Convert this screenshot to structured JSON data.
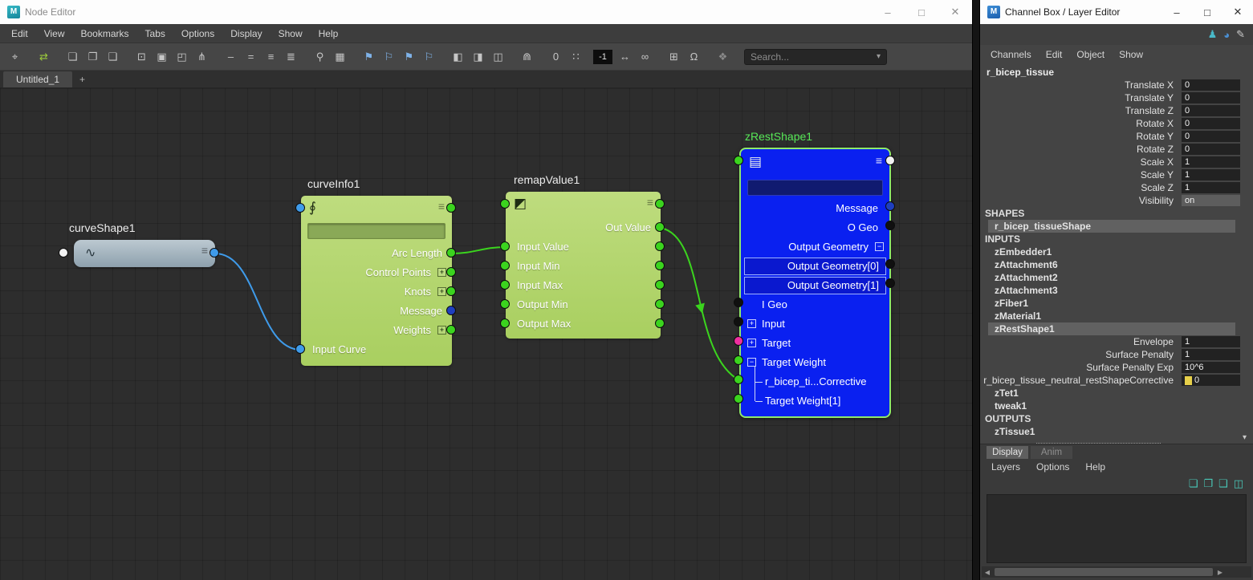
{
  "window_buttons": {
    "minimize": "–",
    "maximize": "□",
    "close": "✕"
  },
  "node_editor": {
    "title": "Node Editor",
    "icon_letter": "M",
    "menus": [
      "Edit",
      "View",
      "Bookmarks",
      "Tabs",
      "Options",
      "Display",
      "Show",
      "Help"
    ],
    "toolbar": {
      "icons_a": [
        {
          "name": "pin-icon",
          "glyph": "⌖"
        },
        {
          "name": "sync-selection-icon",
          "glyph": "⇄",
          "color": "#9ccb3c",
          "gap": true
        },
        {
          "name": "graph-previous-icon",
          "glyph": "❏",
          "gap": true
        },
        {
          "name": "graph-add-input-icon",
          "glyph": "❐"
        },
        {
          "name": "graph-add-output-icon",
          "glyph": "❑"
        },
        {
          "name": "select-region-icon",
          "glyph": "⊡",
          "gap": true
        },
        {
          "name": "frame-selected-icon",
          "glyph": "▣"
        },
        {
          "name": "frame-all-icon",
          "glyph": "◰"
        },
        {
          "name": "graph-layout-icon",
          "glyph": "⋔"
        },
        {
          "name": "display-simple-icon",
          "glyph": "–",
          "gap": true
        },
        {
          "name": "display-connected-icon",
          "glyph": "="
        },
        {
          "name": "display-all-icon",
          "glyph": "≡"
        },
        {
          "name": "display-custom-icon",
          "glyph": "≣"
        },
        {
          "name": "zoom-icon",
          "glyph": "⚲",
          "gap": true
        },
        {
          "name": "grid-display-icon",
          "glyph": "▦"
        },
        {
          "name": "bookmark-add-icon",
          "glyph": "⚑",
          "color": "#7fb2e8",
          "gap": true
        },
        {
          "name": "bookmark-remove-icon",
          "glyph": "⚐",
          "color": "#7fb2e8"
        },
        {
          "name": "bookmark-previous-icon",
          "glyph": "⚑",
          "color": "#7fb2e8"
        },
        {
          "name": "bookmark-next-icon",
          "glyph": "⚐",
          "color": "#7fb2e8"
        },
        {
          "name": "create-node-icon",
          "glyph": "◧",
          "gap": true
        },
        {
          "name": "node-swatch-display-icon",
          "glyph": "◨",
          "selected": true
        },
        {
          "name": "node-title-display-icon",
          "glyph": "◫"
        },
        {
          "name": "lock-attributes-icon",
          "glyph": "⋒",
          "gap": true
        },
        {
          "name": "default-traversal-icon",
          "glyph": "0",
          "gap": true
        },
        {
          "name": "traversal-dots-icon",
          "glyph": "∷"
        }
      ],
      "step_value": "-1",
      "icons_b": [
        {
          "name": "spread-icon",
          "glyph": "↔"
        },
        {
          "name": "infinite-depth-icon",
          "glyph": "∞"
        },
        {
          "name": "grid-snap-icon",
          "glyph": "⊞",
          "selected": true,
          "gap": true
        },
        {
          "name": "magnet-snap-icon",
          "glyph": "Ω",
          "selected": true
        },
        {
          "name": "connection-style-icon",
          "glyph": "❖",
          "color": "#8a8a8a",
          "gap": true
        }
      ],
      "search_placeholder": "Search...",
      "search_caret": "▾"
    },
    "tab": {
      "active": "Untitled_1",
      "add_label": "+"
    },
    "icons": {
      "burger": "≡",
      "expand_plus": "+",
      "expand_minus": "−"
    },
    "nodes": {
      "curveShape1": {
        "title": "curveShape1",
        "icon": "∿"
      },
      "curveInfo1": {
        "title": "curveInfo1",
        "icon": "∮",
        "rows": [
          "Arc Length",
          "Control Points",
          "Knots",
          "Message",
          "Weights",
          "Input Curve"
        ]
      },
      "remapValue1": {
        "title": "remapValue1",
        "icon": "◩",
        "rows": [
          "Out Value",
          "Input Value",
          "Input Min",
          "Input Max",
          "Output Min",
          "Output Max"
        ]
      },
      "zRestShape1": {
        "title": "zRestShape1",
        "icon": "▤",
        "rows": [
          "Message",
          "O Geo",
          "Output Geometry",
          "Output Geometry[0]",
          "Output Geometry[1]",
          "I Geo",
          "Input",
          "Target",
          "Target Weight",
          "r_bicep_ti...Corrective",
          "Target Weight[1]"
        ]
      }
    }
  },
  "channel_box": {
    "title": "Channel Box / Layer Editor",
    "icon_letter": "M",
    "strip_icons": [
      {
        "name": "character-set-icon",
        "glyph": "♟",
        "color": "#49b8c8"
      },
      {
        "name": "speed-display-icon",
        "glyph": "◕",
        "color": "#4a90d5"
      },
      {
        "name": "edit-mode-icon",
        "glyph": "✎",
        "color": "#cfcfcf"
      }
    ],
    "menus": [
      "Channels",
      "Edit",
      "Object",
      "Show"
    ],
    "object_name": "r_bicep_tissue",
    "channels": [
      {
        "label": "Translate X",
        "value": "0"
      },
      {
        "label": "Translate Y",
        "value": "0"
      },
      {
        "label": "Translate Z",
        "value": "0"
      },
      {
        "label": "Rotate X",
        "value": "0"
      },
      {
        "label": "Rotate Y",
        "value": "0"
      },
      {
        "label": "Rotate Z",
        "value": "0"
      },
      {
        "label": "Scale X",
        "value": "1"
      },
      {
        "label": "Scale Y",
        "value": "1"
      },
      {
        "label": "Scale Z",
        "value": "1"
      },
      {
        "label": "Visibility",
        "value": "on",
        "gray": true
      }
    ],
    "shapes_header": "SHAPES",
    "shape_item": "r_bicep_tissueShape",
    "inputs_header": "INPUTS",
    "inputs_items1": [
      "zEmbedder1",
      "zAttachment6",
      "zAttachment2",
      "zAttachment3",
      "zFiber1",
      "zMaterial1"
    ],
    "zrestshape_item": "zRestShape1",
    "zrest_attrs": [
      {
        "label": "Envelope",
        "value": "1"
      },
      {
        "label": "Surface Penalty",
        "value": "1"
      },
      {
        "label": "Surface Penalty Exp",
        "value": "10^6"
      },
      {
        "label": "r_bicep_tissue_neutral_restShapeCorrective",
        "value": "0",
        "connected": true
      }
    ],
    "inputs_items2": [
      "zTet1",
      "tweak1"
    ],
    "outputs_header": "OUTPUTS",
    "outputs_items": [
      "zTissue1"
    ],
    "scroll": {
      "down": "▾",
      "left": "◀",
      "right": "▶"
    },
    "layer_editor": {
      "tabs": [
        "Display",
        "Anim"
      ],
      "menus": [
        "Layers",
        "Options",
        "Help"
      ],
      "icons": [
        {
          "name": "sync-layers-icon",
          "glyph": "❏",
          "color": "#49c8b8"
        },
        {
          "name": "move-layer-icon",
          "glyph": "❐",
          "color": "#49c8b8"
        },
        {
          "name": "new-empty-layer-icon",
          "glyph": "❑",
          "color": "#49c8b8"
        },
        {
          "name": "new-layer-from-selected-icon",
          "glyph": "◫",
          "color": "#49c8b8"
        }
      ]
    }
  }
}
